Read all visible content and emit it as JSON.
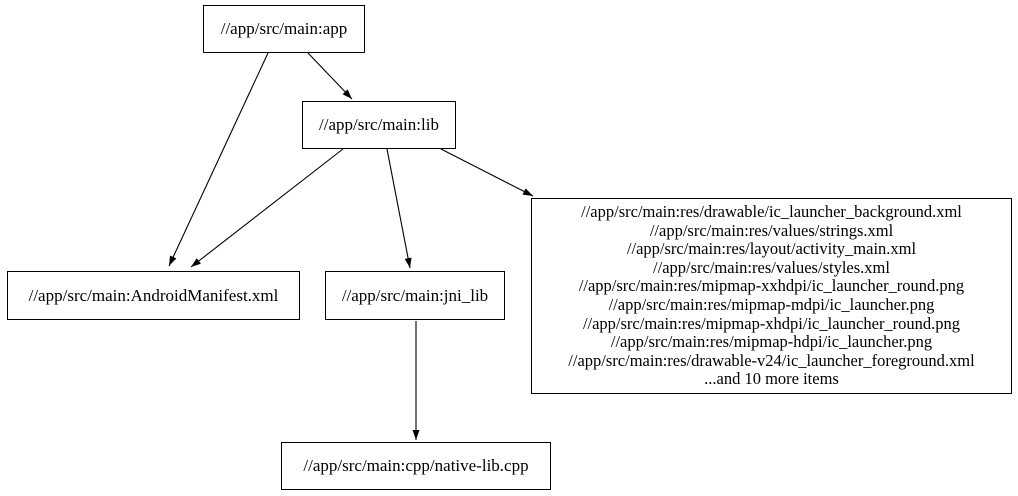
{
  "diagram": {
    "type": "dependency-graph",
    "description": "Build target dependency graph",
    "colors": {
      "background": "#ffffff",
      "node_border": "#000000",
      "node_fill": "#ffffff",
      "edge": "#000000",
      "text": "#000000"
    },
    "nodes": {
      "app": {
        "label": "//app/src/main:app"
      },
      "lib": {
        "label": "//app/src/main:lib"
      },
      "manifest": {
        "label": "//app/src/main:AndroidManifest.xml"
      },
      "jni_lib": {
        "label": "//app/src/main:jni_lib"
      },
      "res": {
        "lines": [
          "//app/src/main:res/drawable/ic_launcher_background.xml",
          "//app/src/main:res/values/strings.xml",
          "//app/src/main:res/layout/activity_main.xml",
          "//app/src/main:res/values/styles.xml",
          "//app/src/main:res/mipmap-xxhdpi/ic_launcher_round.png",
          "//app/src/main:res/mipmap-mdpi/ic_launcher.png",
          "//app/src/main:res/mipmap-xhdpi/ic_launcher_round.png",
          "//app/src/main:res/mipmap-hdpi/ic_launcher.png",
          "//app/src/main:res/drawable-v24/ic_launcher_foreground.xml",
          "...and 10 more items"
        ]
      },
      "cpp": {
        "label": "//app/src/main:cpp/native-lib.cpp"
      }
    },
    "edges": [
      {
        "from": "app",
        "to": "manifest"
      },
      {
        "from": "app",
        "to": "lib"
      },
      {
        "from": "lib",
        "to": "manifest"
      },
      {
        "from": "lib",
        "to": "jni_lib"
      },
      {
        "from": "lib",
        "to": "res"
      },
      {
        "from": "jni_lib",
        "to": "cpp"
      }
    ]
  }
}
